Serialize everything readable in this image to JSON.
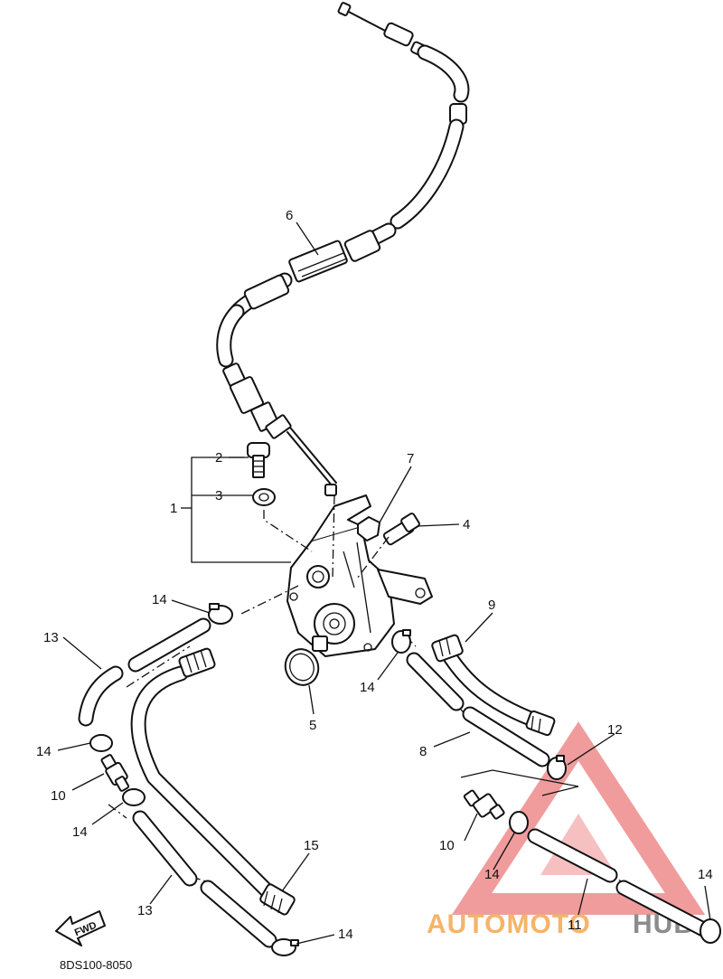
{
  "diagram_code": "8DS100-8050",
  "fwd_label": "FWD",
  "watermark": {
    "part1": "AUTOMOTO",
    "part2": "HUB",
    "color1": "#f5b46a",
    "color2": "#8c8c8c",
    "triangle_color": "#e44a4a"
  },
  "callouts": [
    {
      "id": "c1",
      "text": "1"
    },
    {
      "id": "c2",
      "text": "2"
    },
    {
      "id": "c3",
      "text": "3"
    },
    {
      "id": "c4",
      "text": "4"
    },
    {
      "id": "c5",
      "text": "5"
    },
    {
      "id": "c6",
      "text": "6"
    },
    {
      "id": "c7",
      "text": "7"
    },
    {
      "id": "c8",
      "text": "8"
    },
    {
      "id": "c9",
      "text": "9"
    },
    {
      "id": "c10a",
      "text": "10"
    },
    {
      "id": "c10b",
      "text": "10"
    },
    {
      "id": "c11",
      "text": "11"
    },
    {
      "id": "c12",
      "text": "12"
    },
    {
      "id": "c13a",
      "text": "13"
    },
    {
      "id": "c13b",
      "text": "13"
    },
    {
      "id": "c14a",
      "text": "14"
    },
    {
      "id": "c14b",
      "text": "14"
    },
    {
      "id": "c14c",
      "text": "14"
    },
    {
      "id": "c14d",
      "text": "14"
    },
    {
      "id": "c14e",
      "text": "14"
    },
    {
      "id": "c14f",
      "text": "14"
    },
    {
      "id": "c14g",
      "text": "14"
    },
    {
      "id": "c15",
      "text": "15"
    }
  ]
}
